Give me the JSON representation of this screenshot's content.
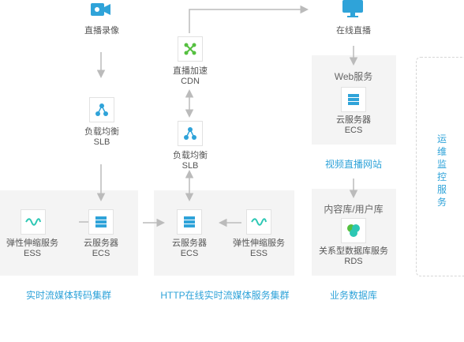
{
  "nodes": {
    "live_record": "直播录像",
    "live_broadcast": "在线直播",
    "cdn": [
      "直播加速",
      "CDN"
    ],
    "slb_left": [
      "负载均衡",
      "SLB"
    ],
    "slb_mid": [
      "负载均衡",
      "SLB"
    ],
    "web_service": "Web服务",
    "ecs_web": [
      "云服务器",
      "ECS"
    ],
    "ess_left": [
      "弹性伸缩服务",
      "ESS"
    ],
    "ecs_left": [
      "云服务器",
      "ECS"
    ],
    "ecs_mid": [
      "云服务器",
      "ECS"
    ],
    "ess_mid": [
      "弹性伸缩服务",
      "ESS"
    ],
    "content_db": "内容库/用户库",
    "rds": [
      "关系型数据库服务",
      "RDS"
    ]
  },
  "captions": {
    "transcode_cluster": "实时流媒体转码集群",
    "http_cluster": "HTTP在线实时流媒体服务集群",
    "video_site": "视频直播网站",
    "business_db": "业务数据库",
    "monitoring": "运维监控服务"
  },
  "colors": {
    "accent": "#2fa3d9",
    "green": "#55c040",
    "teal": "#2cc7b4",
    "panel": "#f4f4f4",
    "arrow": "#bbbbbb"
  },
  "icons": {
    "camera": "camera-icon",
    "monitor": "monitor-icon",
    "cdn": "cdn-icon",
    "slb": "load-balancer-icon",
    "ecs": "server-icon",
    "ess": "autoscaling-icon",
    "rds": "database-icon"
  }
}
